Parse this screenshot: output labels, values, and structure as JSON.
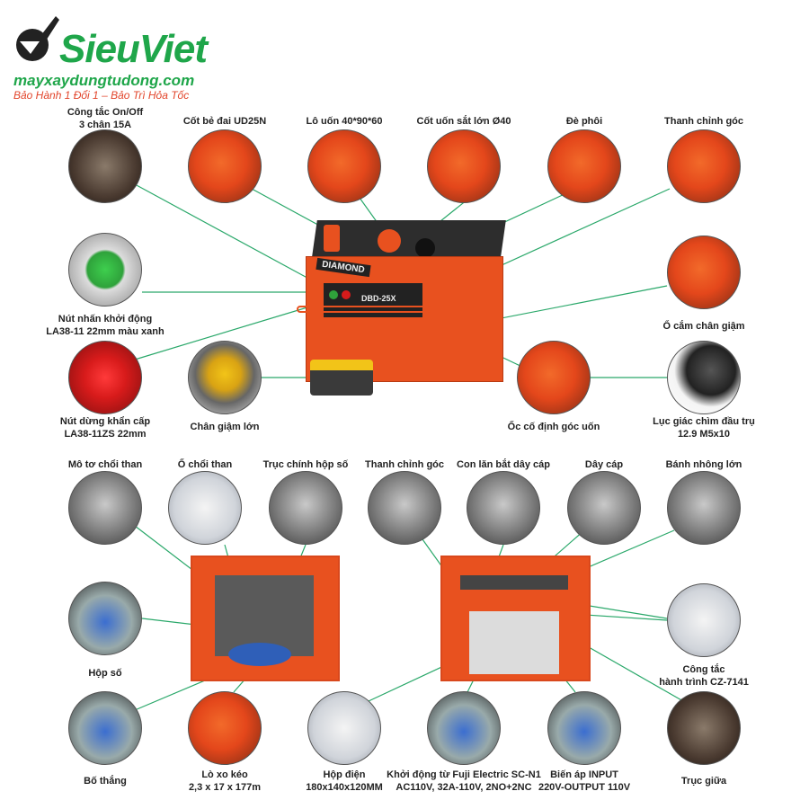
{
  "brand": {
    "name": "SieuViet",
    "website": "mayxaydungtudong.com",
    "slogan": "Bảo Hành 1 Đổi 1 – Bảo Trì Hỏa Tốc"
  },
  "machine": {
    "brand_plate": "DIAMOND",
    "model": "DBD-25X"
  },
  "top_parts": [
    {
      "line1": "Công tắc On/Off",
      "line2": "3 chân 15A"
    },
    {
      "line1": "Cốt bẻ đai UD25N",
      "line2": ""
    },
    {
      "line1": "Lô uốn 40*90*60",
      "line2": ""
    },
    {
      "line1": "Cốt uốn sắt lớn Ø40",
      "line2": ""
    },
    {
      "line1": "Đè phôi",
      "line2": ""
    },
    {
      "line1": "Thanh chỉnh góc",
      "line2": ""
    }
  ],
  "middle_parts": [
    {
      "line1": "Nút nhấn khởi động",
      "line2": "LA38-11 22mm màu xanh"
    },
    {
      "line1": "Nút dừng khẩn cấp",
      "line2": "LA38-11ZS 22mm"
    },
    {
      "line1": "Chân giậm lớn",
      "line2": ""
    },
    {
      "line1": "Ốc cố định góc uốn",
      "line2": ""
    },
    {
      "line1": "Ổ cắm chân giậm",
      "line2": ""
    },
    {
      "line1": "Lục giác chìm đầu trụ",
      "line2": "12.9 M5x10"
    }
  ],
  "lower_top_parts": [
    {
      "line1": "Mô tơ chổi than"
    },
    {
      "line1": "Ố chổi than"
    },
    {
      "line1": "Trục chính hộp số"
    },
    {
      "line1": "Thanh chỉnh góc"
    },
    {
      "line1": "Con lăn bắt dây cáp"
    },
    {
      "line1": "Dây cáp"
    },
    {
      "line1": "Bánh nhông lớn"
    }
  ],
  "side_parts": [
    {
      "line1": "Hộp số",
      "line2": ""
    },
    {
      "line1": "Công tắc",
      "line2": "hành trình CZ-7141"
    }
  ],
  "bottom_parts": [
    {
      "line1": "Bố thắng",
      "line2": ""
    },
    {
      "line1": "Lò xo kéo",
      "line2": "2,3 x 17 x 177m"
    },
    {
      "line1": "Hộp điện",
      "line2": "180x140x120MM"
    },
    {
      "line1": "Khởi động từ Fuji Electric SC-N1",
      "line2": "AC110V, 32A-110V, 2NO+2NC"
    },
    {
      "line1": "Biến áp INPUT",
      "line2": "220V-OUTPUT 110V"
    },
    {
      "line1": "Trục giữa",
      "line2": ""
    }
  ],
  "colors": {
    "brand_green": "#1fa64a",
    "slogan_red": "#e2452b",
    "machine_orange": "#e8511f",
    "leader_line": "#2aa86a"
  }
}
